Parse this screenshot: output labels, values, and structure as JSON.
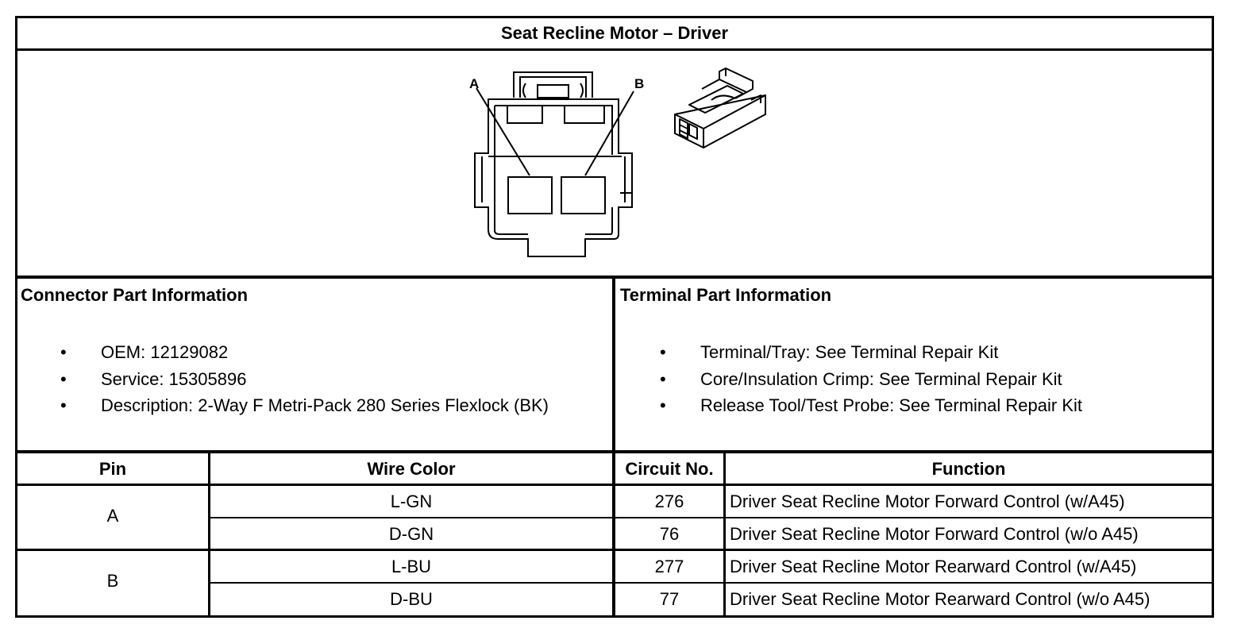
{
  "title": "Seat Recline Motor – Driver",
  "diagram": {
    "pin_label_a": "A",
    "pin_label_b": "B"
  },
  "connector": {
    "heading": "Connector Part Information",
    "items": [
      "OEM: 12129082",
      "Service: 15305896",
      "Description: 2-Way F Metri-Pack 280 Series Flexlock (BK)"
    ]
  },
  "terminal": {
    "heading": "Terminal Part Information",
    "items": [
      "Terminal/Tray: See Terminal Repair Kit",
      "Core/Insulation Crimp: See Terminal Repair Kit",
      "Release Tool/Test Probe: See Terminal Repair Kit"
    ]
  },
  "bullet_char": "•",
  "table": {
    "headers": [
      "Pin",
      "Wire Color",
      "Circuit No.",
      "Function"
    ],
    "pins": [
      "A",
      "B"
    ],
    "rows": [
      {
        "wire": "L-GN",
        "circuit": "276",
        "function": "Driver Seat Recline Motor Forward Control (w/A45)"
      },
      {
        "wire": "D-GN",
        "circuit": "76",
        "function": "Driver Seat Recline Motor Forward Control (w/o A45)"
      },
      {
        "wire": "L-BU",
        "circuit": "277",
        "function": "Driver Seat Recline Motor Rearward Control (w/A45)"
      },
      {
        "wire": "D-BU",
        "circuit": "77",
        "function": "Driver Seat Recline Motor Rearward Control (w/o A45)"
      }
    ]
  }
}
